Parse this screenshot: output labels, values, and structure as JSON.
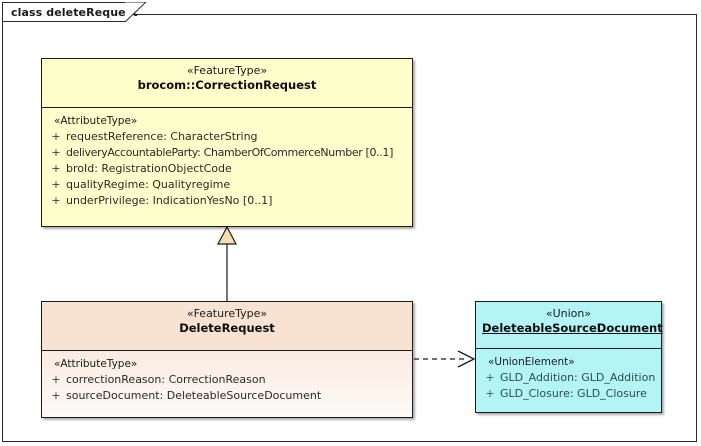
{
  "diagram": {
    "frame_label": "class deleteRequest",
    "background": "#ffffff"
  },
  "classes": [
    {
      "id": "correction-request",
      "stereotype": "«FeatureType»",
      "name": "brocom::CorrectionRequest",
      "fill": "#ffffcc",
      "compartment_stereotype": "«AttributeType»",
      "attributes": [
        {
          "visibility": "+",
          "text": "requestReference: CharacterString"
        },
        {
          "visibility": "+",
          "text": "deliveryAccountableParty: ChamberOfCommerceNumber [0..1]"
        },
        {
          "visibility": "+",
          "text": "broId: RegistrationObjectCode"
        },
        {
          "visibility": "+",
          "text": "qualityRegime: Qualityregime"
        },
        {
          "visibility": "+",
          "text": "underPrivilege: IndicationYesNo [0..1]"
        }
      ]
    },
    {
      "id": "delete-request",
      "stereotype": "«FeatureType»",
      "name": "DeleteRequest",
      "fill": "#f8e2d2",
      "compartment_stereotype": "«AttributeType»",
      "attributes": [
        {
          "visibility": "+",
          "text": "correctionReason: CorrectionReason"
        },
        {
          "visibility": "+",
          "text": "sourceDocument: DeleteableSourceDocument"
        }
      ]
    },
    {
      "id": "union",
      "stereotype": "«Union»",
      "name": "DeleteableSourceDocument",
      "fill": "#b3f5f5",
      "compartment_stereotype": "«UnionElement»",
      "attributes": [
        {
          "visibility": "+",
          "text": "GLD_Addition: GLD_Addition"
        },
        {
          "visibility": "+",
          "text": "GLD_Closure: GLD_Closure"
        }
      ]
    }
  ],
  "connectors": [
    {
      "id": "generalization",
      "kind": "generalization",
      "from": "delete-request",
      "to": "correction-request",
      "arrowhead": "hollow-triangle",
      "arrowhead_fill": "#f5dfb0",
      "line_style": "solid"
    },
    {
      "id": "dependency",
      "kind": "dependency",
      "from": "delete-request",
      "to": "union",
      "arrowhead": "open-arrow",
      "line_style": "dashed"
    }
  ]
}
